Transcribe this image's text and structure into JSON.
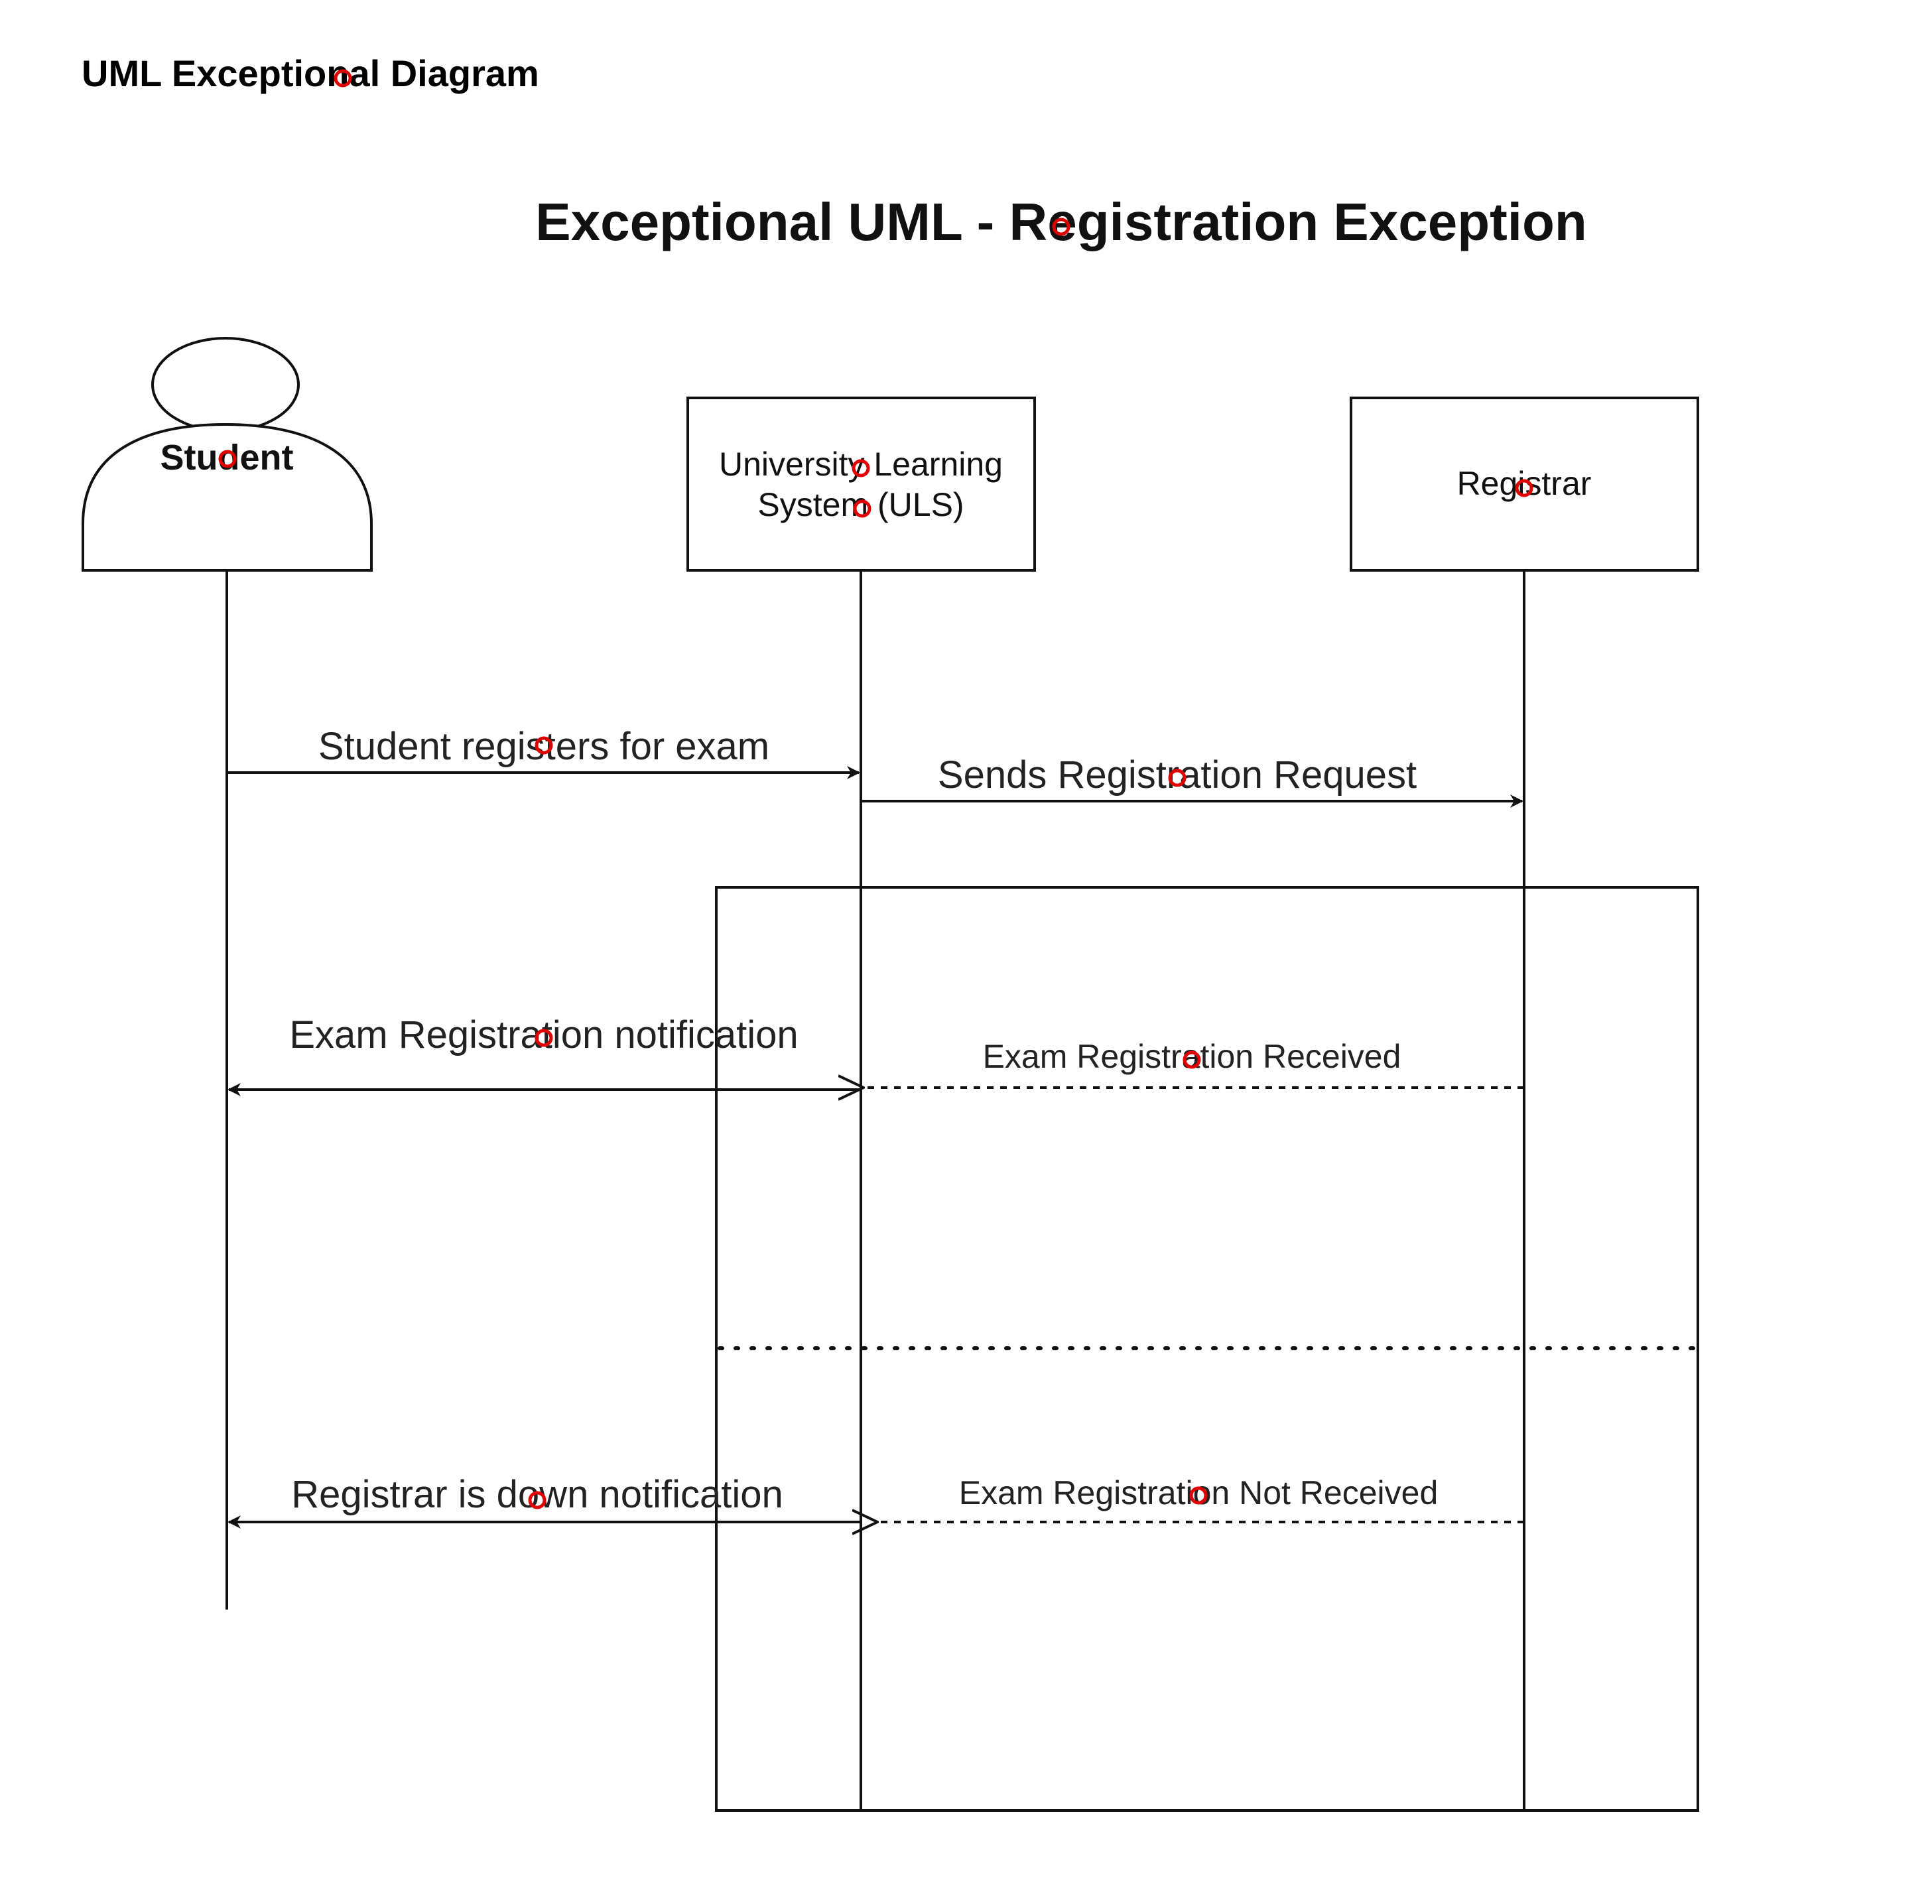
{
  "page": {
    "heading": "UML Exceptional Diagram"
  },
  "diagram": {
    "title": "Exceptional UML - Registration Exception",
    "participants": {
      "student": "Student",
      "uls_line1": "University Learning",
      "uls_line2": "System (ULS)",
      "registrar": "Registrar"
    },
    "messages": {
      "register": "Student registers for exam",
      "request": "Sends Registration Request",
      "received": "Exam Registration Received",
      "notification": "Exam Registration notification",
      "not_received": "Exam Registration Not Received",
      "down": "Registrar is down notification"
    }
  },
  "colors": {
    "line": "#111111",
    "marker": "#e00000"
  },
  "annotations": {
    "marker_shape": "small red circle"
  }
}
